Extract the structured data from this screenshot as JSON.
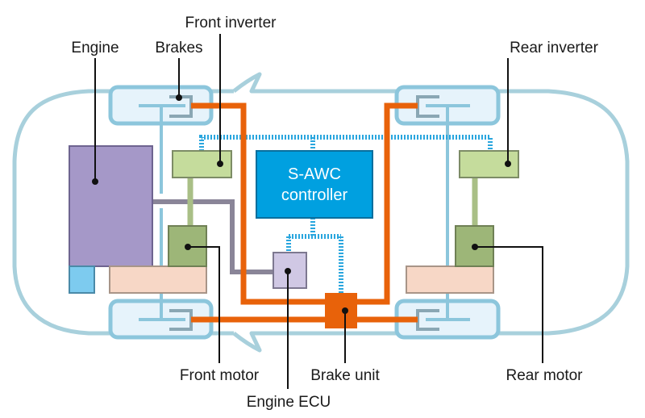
{
  "labels": {
    "engine": "Engine",
    "brakes": "Brakes",
    "front_inverter": "Front inverter",
    "rear_inverter": "Rear inverter",
    "front_motor": "Front motor",
    "engine_ecu": "Engine ECU",
    "brake_unit": "Brake unit",
    "rear_motor": "Rear motor"
  },
  "controller": {
    "line1": "S-AWC",
    "line2": "controller"
  },
  "colors": {
    "car_outline": "#a8d0dc",
    "wheel_fill": "#e6f3fb",
    "engine": "#a598c8",
    "inverter": "#c5dc9c",
    "motor": "#9db678",
    "controller": "#00a0e0",
    "ecu": "#d0c8e4",
    "brake_line": "#e8620a",
    "signal_line": "#2aa6de",
    "engine_link": "#8a8598",
    "gearbox": "#f7d7c6",
    "battery": "#7dcbef"
  }
}
